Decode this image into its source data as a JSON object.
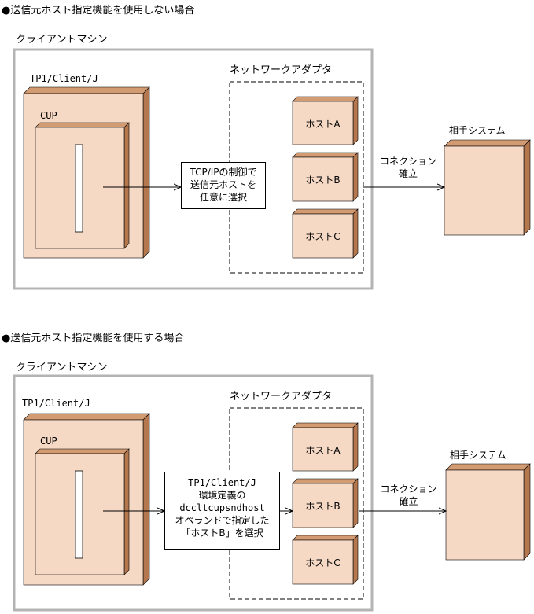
{
  "colors": {
    "box_face": "#f5d9c5",
    "box_side": "#b5784e",
    "box_top": "#d29b72",
    "frame": "#b4b4b4"
  },
  "sections": [
    {
      "heading": "●送信元ホスト指定機能を使用しない場合",
      "machine": "クライアントマシン",
      "app": "TP1/Client/J",
      "cup": "CUP",
      "adapter": "ネットワークアダプタ",
      "hosts": [
        "ホストA",
        "ホストB",
        "ホストC"
      ],
      "note_lines": [
        "TCP/IPの制御で",
        "送信元ホストを",
        "任意に選択"
      ],
      "conn_lines": [
        "コネクション",
        "確立"
      ],
      "partner": "相手システム"
    },
    {
      "heading": "●送信元ホスト指定機能を使用する場合",
      "machine": "クライアントマシン",
      "app": "TP1/Client/J",
      "cup": "CUP",
      "adapter": "ネットワークアダプタ",
      "hosts": [
        "ホストA",
        "ホストB",
        "ホストC"
      ],
      "note_lines": [
        "TP1/Client/J",
        "環境定義の",
        "dccltcupsndhost",
        "オペランドで指定した",
        "「ホストB」を選択"
      ],
      "conn_lines": [
        "コネクション",
        "確立"
      ],
      "partner": "相手システム"
    }
  ]
}
